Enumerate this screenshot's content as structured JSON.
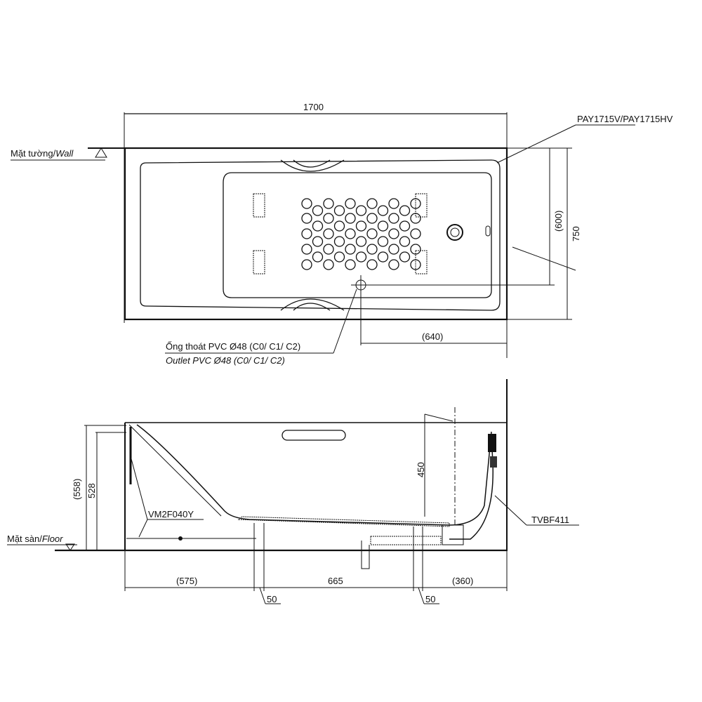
{
  "top_view": {
    "width_dim": "1700",
    "model_label": "PAY1715V/PAY1715HV",
    "wall_label_vi": "Mặt tường/",
    "wall_label_en": "Wall",
    "inner_depth_dim": "(600)",
    "depth_dim": "750",
    "outlet_offset_dim": "(640)",
    "outlet_label_vi": "Ống thoát PVC Ø48 (C0/ C1/ C2)",
    "outlet_label_en": "Outlet PVC Ø48 (C0/ C1/ C2)"
  },
  "side_view": {
    "height_total_dim": "(558)",
    "height_dim": "528",
    "inner_height_dim": "450",
    "floor_label_vi": "Mặt sàn/",
    "floor_label_en": "Floor",
    "leg_part": "VM2F040Y",
    "drain_part": "TVBF411",
    "dim_left": "(575)",
    "dim_mid": "665",
    "dim_right": "(360)",
    "leg_width_1": "50",
    "leg_width_2": "50"
  }
}
